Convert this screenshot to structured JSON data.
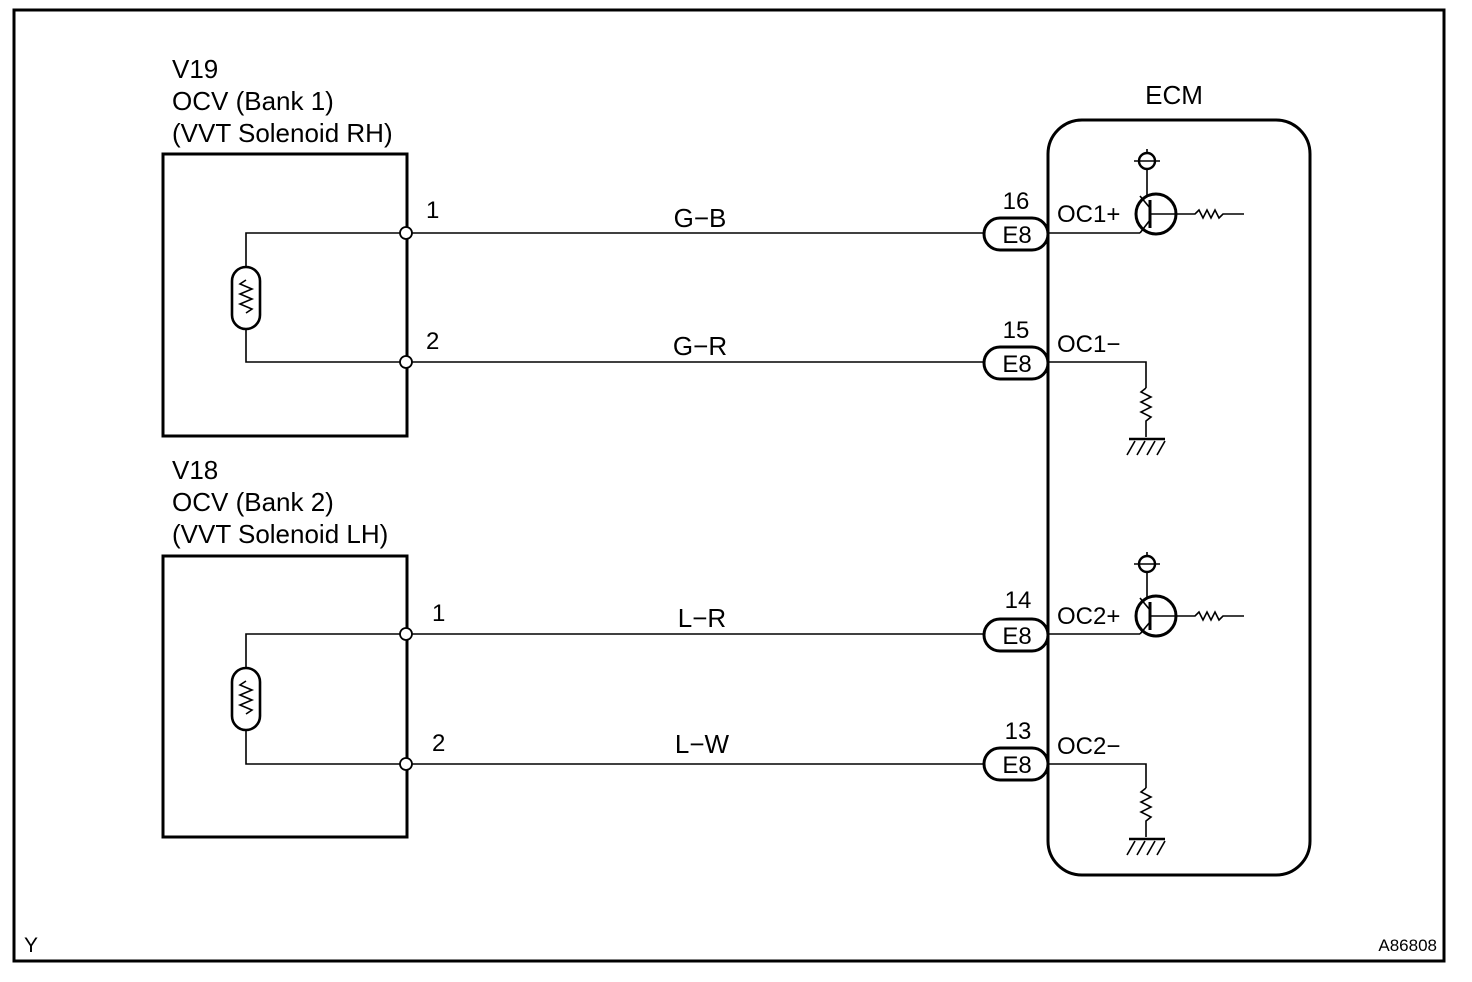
{
  "v19": {
    "id": "V19",
    "name": "OCV (Bank 1)",
    "desc": "(VVT Solenoid RH)",
    "pin_a": "1",
    "pin_b": "2"
  },
  "v18": {
    "id": "V18",
    "name": "OCV (Bank 2)",
    "desc": "(VVT Solenoid LH)",
    "pin_a": "1",
    "pin_b": "2"
  },
  "ecm": {
    "title": "ECM"
  },
  "wires": [
    {
      "color": "G−B",
      "pin": "16",
      "connector": "E8",
      "terminal": "OC1+"
    },
    {
      "color": "G−R",
      "pin": "15",
      "connector": "E8",
      "terminal": "OC1−"
    },
    {
      "color": "L−R",
      "pin": "14",
      "connector": "E8",
      "terminal": "OC2+"
    },
    {
      "color": "L−W",
      "pin": "13",
      "connector": "E8",
      "terminal": "OC2−"
    }
  ],
  "footer": {
    "left": "Y",
    "right": "A86808"
  }
}
